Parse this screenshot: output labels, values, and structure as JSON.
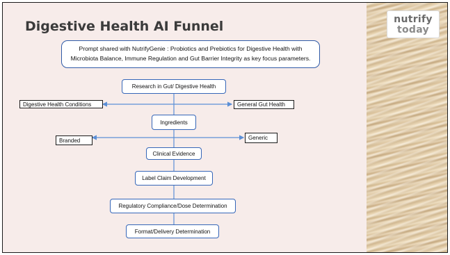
{
  "slide": {
    "title": "Digestive Health AI Funnel",
    "prompt_line1": "Prompt shared with NutrifyGenie : Probiotics and Prebiotics for Digestive Health with",
    "prompt_line2": "Microbiota Balance, Immune Regulation and Gut Barrier Integrity as key focus parameters."
  },
  "logo": {
    "line1": "nutrify",
    "line2": "today"
  },
  "funnel": {
    "research": "Research in Gut/ Digestive Health",
    "left_branch_1": "Digestive Health Conditions",
    "right_branch_1": "General Gut Health",
    "ingredients": "Ingredients",
    "left_branch_2": "Branded",
    "right_branch_2": "Generic",
    "clinical": "Clinical Evidence",
    "label_claim": "Label Claim Development",
    "regulatory": "Regulatory Compliance/Dose Determination",
    "format": "Format/Delivery Determination"
  },
  "colors": {
    "content_background": "#f7ecea",
    "node_border": "#3566b8",
    "connector": "#5b8fd6",
    "title_text": "#3b3b3b"
  }
}
